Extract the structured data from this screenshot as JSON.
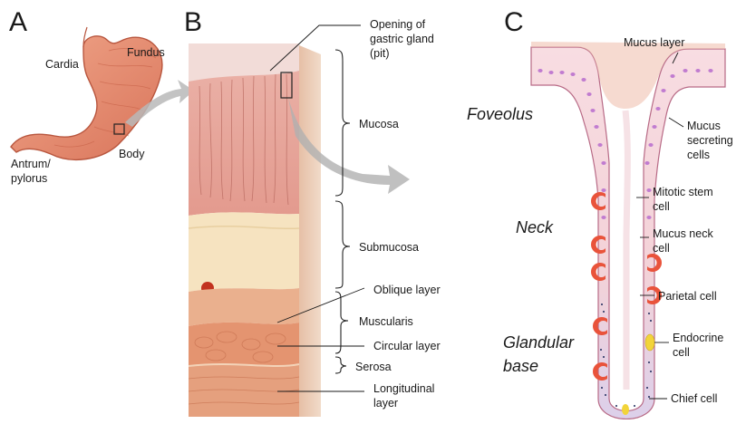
{
  "panels": {
    "a": {
      "letter": "A",
      "labels": {
        "cardia": "Cardia",
        "fundus": "Fundus",
        "body": "Body",
        "antrum": [
          "Antrum/",
          "pylorus"
        ]
      }
    },
    "b": {
      "letter": "B",
      "labels": {
        "opening": [
          "Opening of",
          "gastric gland",
          "(pit)"
        ],
        "mucosa": "Mucosa",
        "submucosa": "Submucosa",
        "oblique": "Oblique layer",
        "muscularis": "Muscularis",
        "circular": "Circular layer",
        "serosa": "Serosa",
        "longitudinal": [
          "Longitudinal",
          "layer"
        ]
      }
    },
    "c": {
      "letter": "C",
      "regions": {
        "foveolus": "Foveolus",
        "neck": "Neck",
        "base": [
          "Glandular",
          "base"
        ]
      },
      "labels": {
        "mucus_layer": "Mucus layer",
        "mucus_secreting": [
          "Mucus",
          "secreting",
          "cells"
        ],
        "mitotic": [
          "Mitotic stem",
          "cell"
        ],
        "mucus_neck": [
          "Mucus neck",
          "cell"
        ],
        "parietal": "Parietal cell",
        "endocrine": [
          "Endocrine",
          "cell"
        ],
        "chief": "Chief cell"
      }
    }
  },
  "colors": {
    "stomach": "#e8896e",
    "mucosa_top": "#f3c9c0",
    "submucosa": "#f6e3c0",
    "muscle": "#e79a76",
    "parietal": "#e9533b",
    "endocrine": "#f2d43a",
    "chief_dots": "#1d2a5c",
    "arrow": "#b5b5b5",
    "cell_pink": "#f7d6dd",
    "nucleus": "#c17cd0"
  }
}
